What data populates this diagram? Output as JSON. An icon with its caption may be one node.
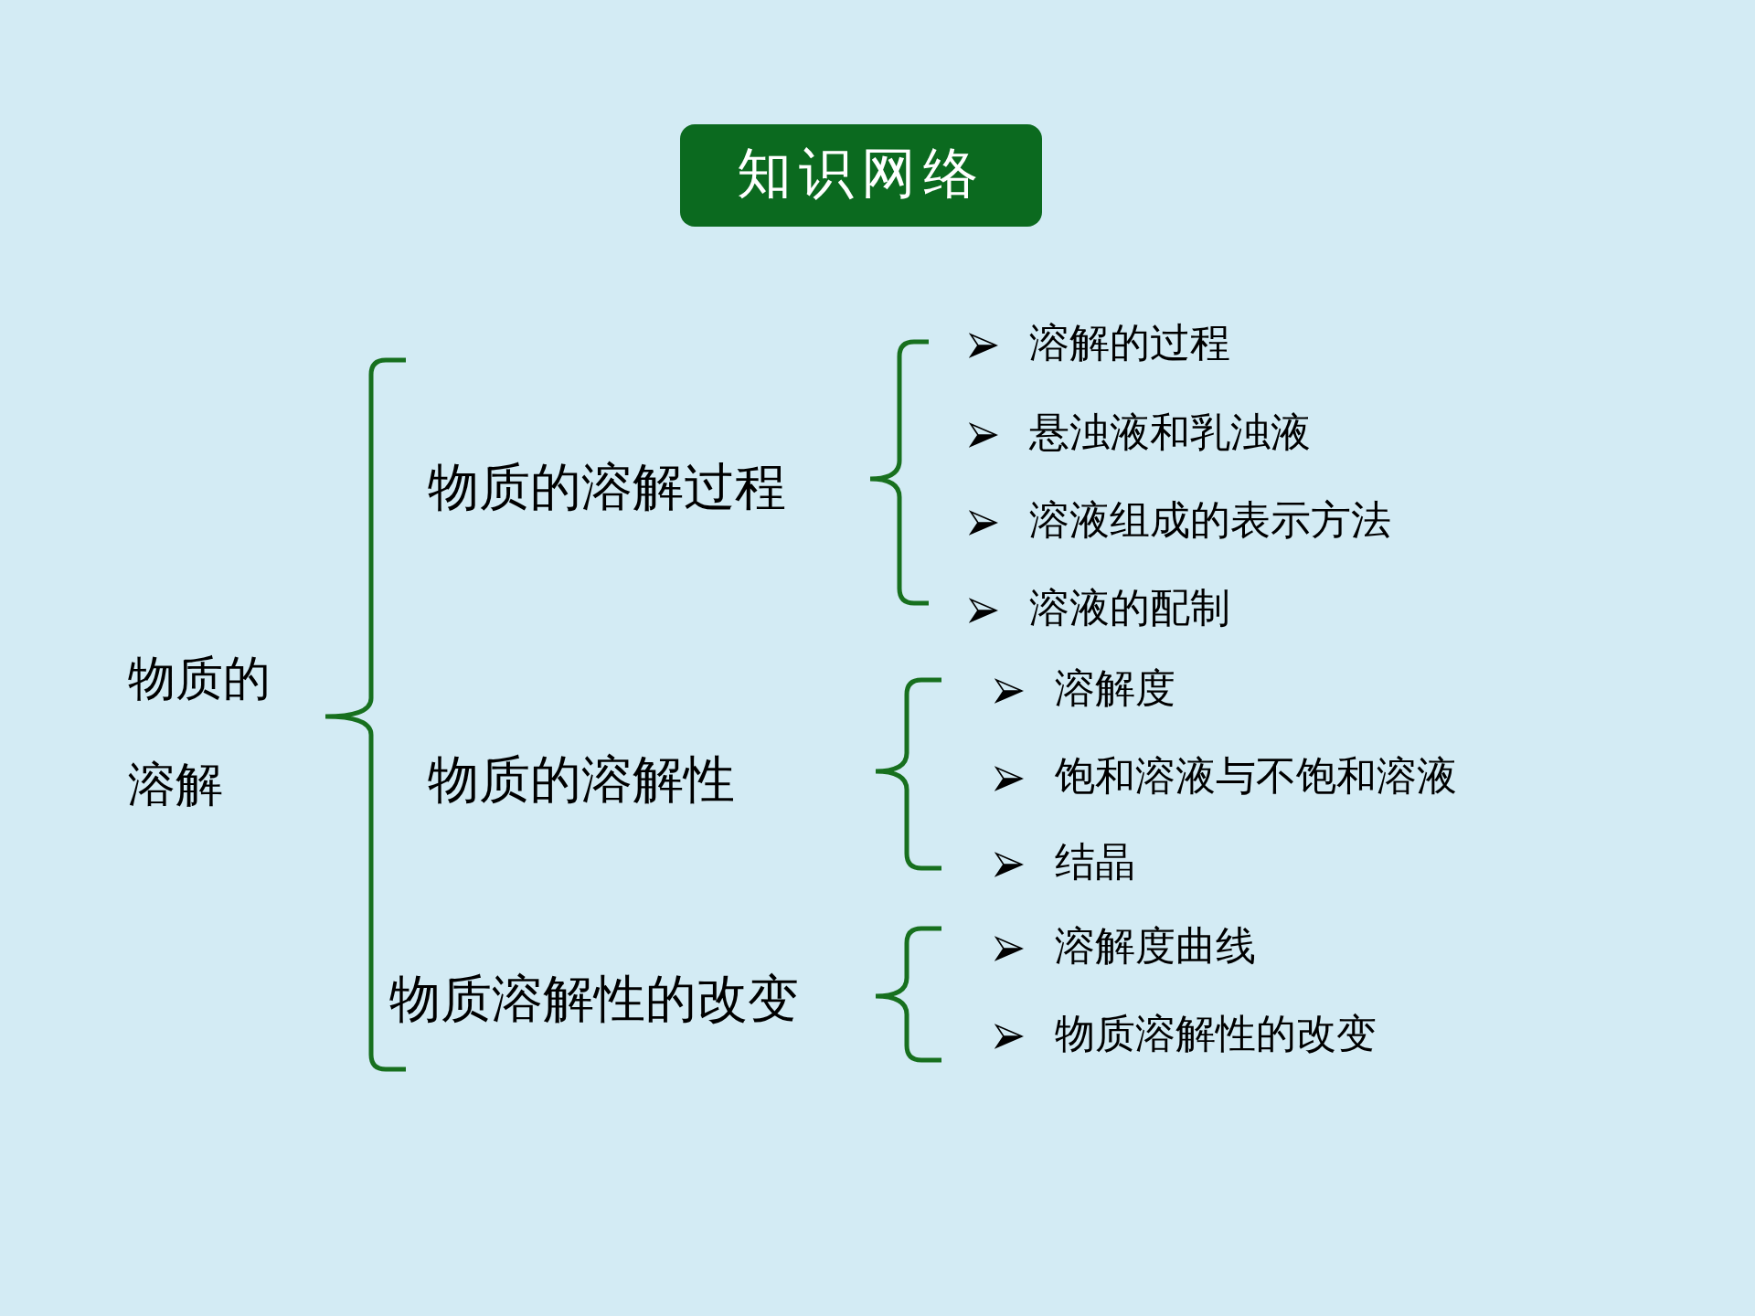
{
  "diagram": {
    "title": "知识网络",
    "nodes": [
      {
        "text": [
          "物质的溶解"
        ]
      },
      {
        "text": [
          "物质的溶解过程"
        ]
      },
      {
        "text": [
          "物质的溶解性"
        ]
      },
      {
        "text": [
          "物质溶解性的改变"
        ]
      },
      {
        "text": [
          "溶解的过程"
        ]
      },
      {
        "text": [
          "悬浊液和乳浊液"
        ]
      },
      {
        "text": [
          "溶液组成的表示方法"
        ]
      },
      {
        "text": [
          "溶液的配制"
        ]
      },
      {
        "text": [
          "溶解度"
        ]
      },
      {
        "text": [
          "饱和溶液与不饱和溶液"
        ]
      },
      {
        "text": [
          "结晶"
        ]
      },
      {
        "text": [
          "溶解度曲线"
        ]
      },
      {
        "text": [
          "物质溶解性的改变"
        ]
      }
    ]
  }
}
